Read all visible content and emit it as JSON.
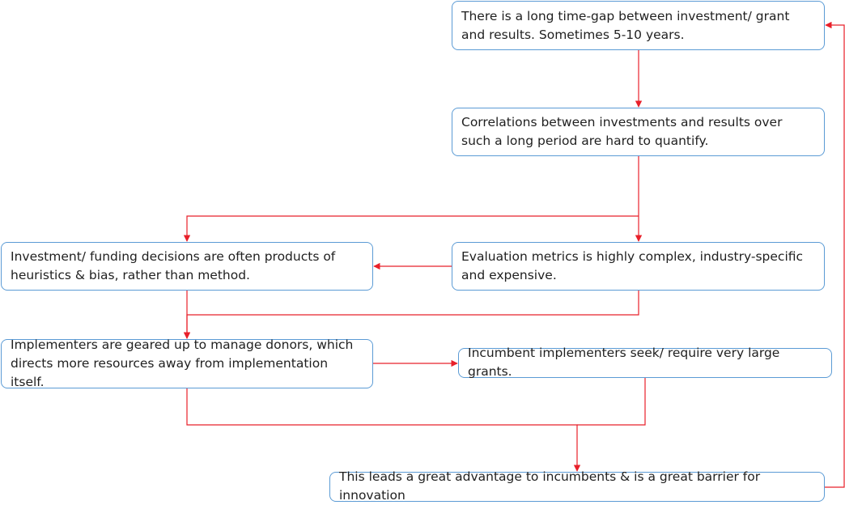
{
  "diagram": {
    "accent_color": "#5b9bd5",
    "arrow_color": "#e8202a",
    "nodes": [
      {
        "id": "n1",
        "text": "There is a long time-gap between investment/ grant and results. Sometimes 5-10 years."
      },
      {
        "id": "n2",
        "text": "Correlations between investments and results over such a long period are hard to quantify."
      },
      {
        "id": "n3",
        "text": "Investment/ funding decisions are often products of heuristics & bias, rather than method."
      },
      {
        "id": "n4",
        "text": "Evaluation metrics is highly complex, industry-specific and expensive."
      },
      {
        "id": "n5",
        "text": "Implementers are geared up to manage donors, which directs more resources away from implementation itself."
      },
      {
        "id": "n6",
        "text": "Incumbent implementers seek/ require very large grants."
      },
      {
        "id": "n7",
        "text": "This leads a great advantage to incumbents & is a great barrier for innovation"
      }
    ],
    "edges": [
      {
        "from": "n1",
        "to": "n2"
      },
      {
        "from": "n2",
        "to": "n4"
      },
      {
        "from": "n2",
        "to": "n3"
      },
      {
        "from": "n4",
        "to": "n3"
      },
      {
        "from": "n3",
        "to": "n5"
      },
      {
        "from": "n4",
        "to": "n5"
      },
      {
        "from": "n5",
        "to": "n6"
      },
      {
        "from": "n5",
        "to": "n7"
      },
      {
        "from": "n6",
        "to": "n7"
      },
      {
        "from": "n7",
        "to": "n1"
      }
    ]
  }
}
